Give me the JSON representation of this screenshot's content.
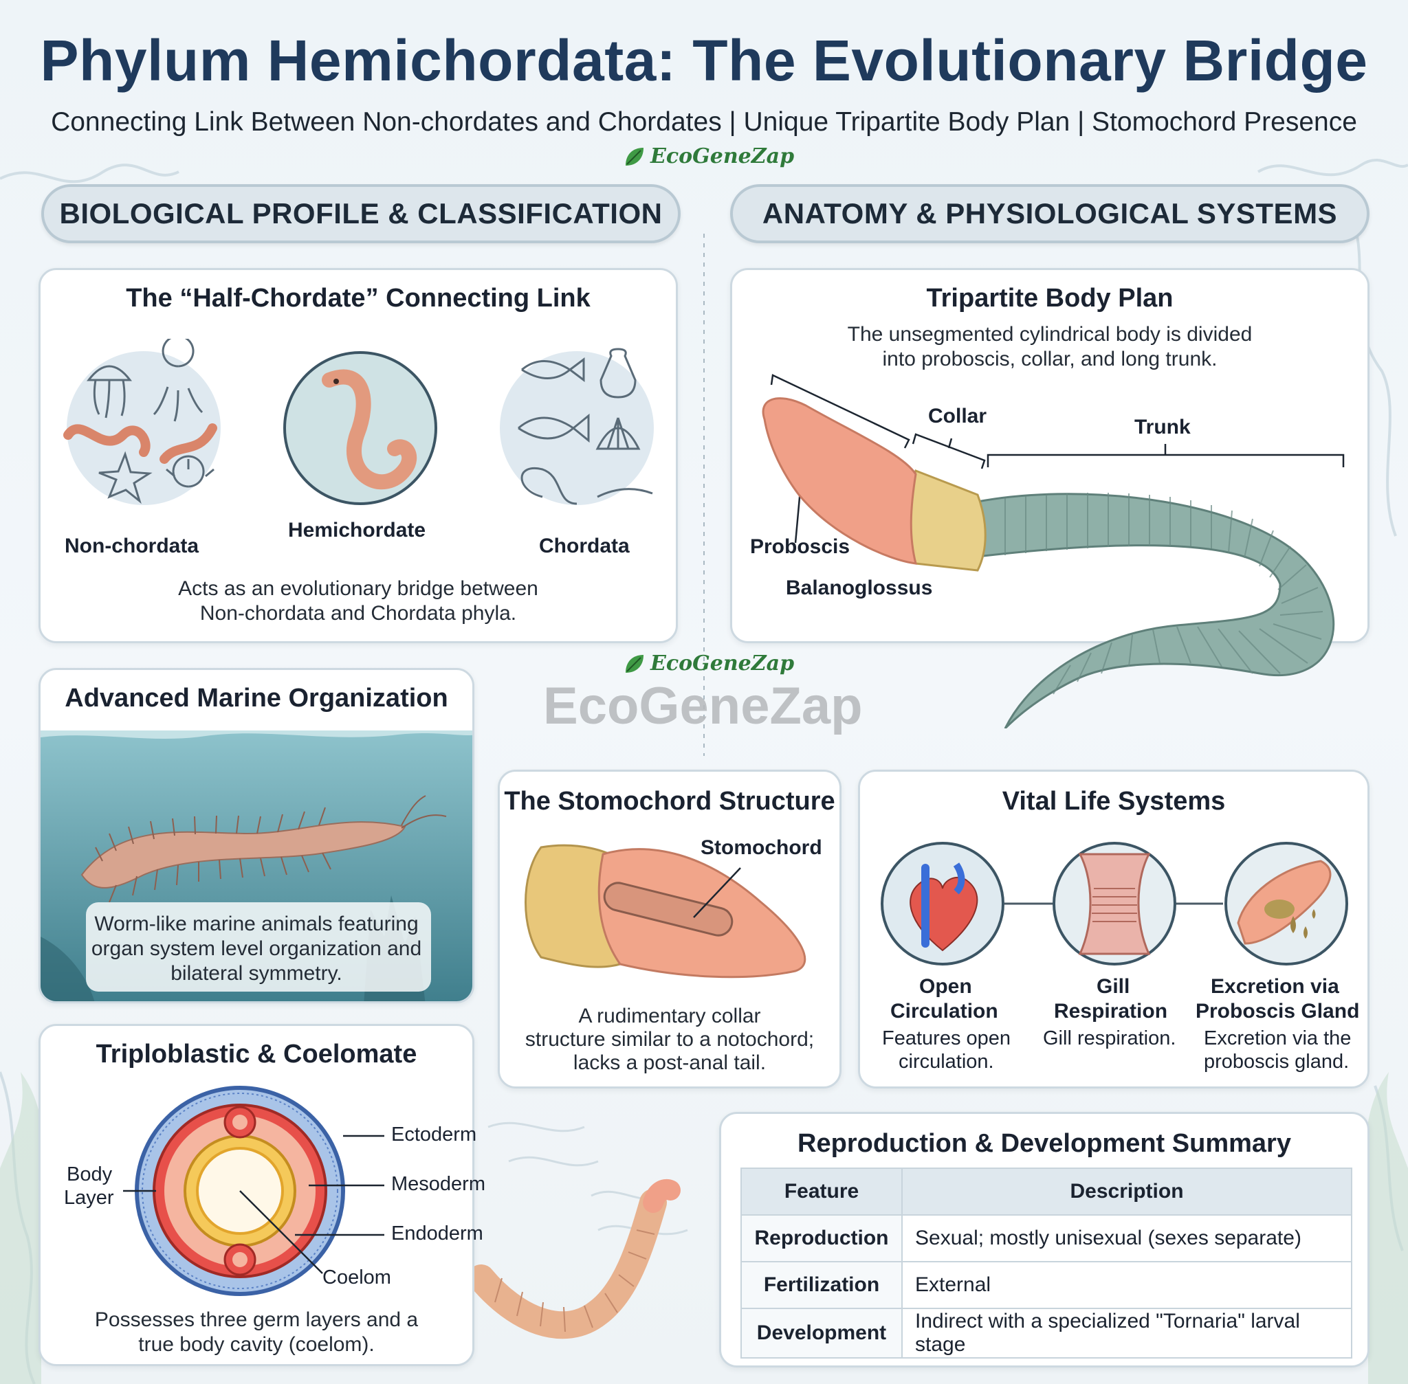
{
  "header": {
    "title": "Phylum Hemichordata: The Evolutionary Bridge",
    "subtitle": "Connecting Link Between Non-chordates and Chordates | Unique Tripartite Body Plan | Stomochord Presence",
    "brand": "EcoGeneZap",
    "watermark": "EcoGeneZap"
  },
  "sections": {
    "left": "BIOLOGICAL PROFILE & CLASSIFICATION",
    "right": "ANATOMY & PHYSIOLOGICAL SYSTEMS"
  },
  "half_chordate": {
    "title": "The “Half-Chordate” Connecting Link",
    "labels": [
      "Non-chordata",
      "Hemichordate",
      "Chordata"
    ],
    "text_line1": "Acts as an evolutionary bridge between",
    "text_line2": "Non-chordata and Chordata phyla."
  },
  "marine": {
    "title": "Advanced Marine Organization",
    "text_line1": "Worm-like marine animals featuring",
    "text_line2": "organ system level organization and",
    "text_line3": "bilateral symmetry."
  },
  "triploblastic": {
    "title": "Triploblastic & Coelomate",
    "body_layer_line1": "Body",
    "body_layer_line2": "Layer",
    "layers": [
      "Ectoderm",
      "Mesoderm",
      "Endoderm",
      "Coelom"
    ],
    "text_line1": "Possesses three germ layers and a",
    "text_line2": "true body cavity (coelom)."
  },
  "tripartite": {
    "title": "Tripartite Body Plan",
    "text_line1": "The unsegmented cylindrical body is divided",
    "text_line2": "into proboscis, collar, and long trunk.",
    "labels": {
      "collar": "Collar",
      "trunk": "Trunk",
      "proboscis": "Proboscis",
      "species": "Balanoglossus"
    }
  },
  "stomochord": {
    "title": "The Stomochord Structure",
    "label": "Stomochord",
    "text_line1": "A rudimentary collar",
    "text_line2": "structure similar to a notochord;",
    "text_line3": "lacks a post-anal tail."
  },
  "vital": {
    "title": "Vital Life Systems",
    "items": [
      {
        "name_line1": "Open",
        "name_line2": "Circulation",
        "desc_line1": "Features open",
        "desc_line2": "circulation."
      },
      {
        "name_line1": "Gill",
        "name_line2": "Respiration",
        "desc_line1": "Gill respiration.",
        "desc_line2": ""
      },
      {
        "name_line1": "Excretion via",
        "name_line2": "Proboscis Gland",
        "desc_line1": "Excretion via the",
        "desc_line2": "proboscis gland."
      }
    ]
  },
  "reproduction": {
    "title": "Reproduction & Development Summary",
    "headers": [
      "Feature",
      "Description"
    ],
    "rows": [
      [
        "Reproduction",
        "Sexual; mostly unisexual (sexes separate)"
      ],
      [
        "Fertilization",
        "External"
      ],
      [
        "Development",
        "Indirect with a specialized \"Tornaria\" larval stage"
      ]
    ]
  },
  "colors": {
    "title": "#1f3a5c",
    "brand": "#2f7a3a",
    "worm_trunk": "#8fb0a8",
    "worm_collar": "#e8d08a",
    "worm_proboscis": "#f0a088"
  }
}
